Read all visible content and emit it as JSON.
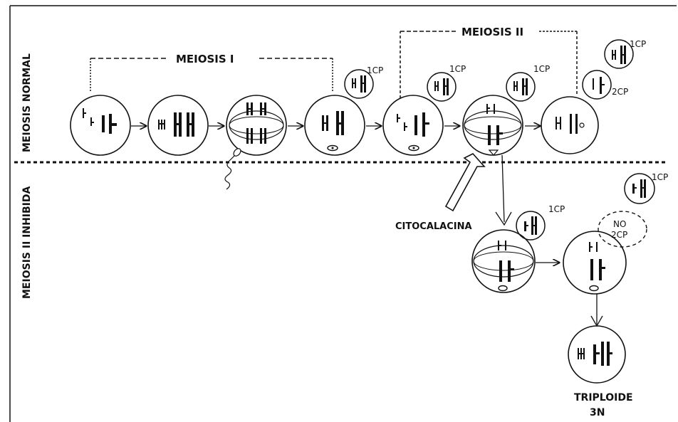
{
  "labels": {
    "meiosis_normal": "MEIOSIS NORMAL",
    "meiosis_inhibida": "MEIOSIS II INHIBIDA",
    "meiosis_i": "MEIOSIS I",
    "meiosis_ii": "MEIOSIS II",
    "citocalacina": "CITOCALACINA",
    "triploide": "TRIPLOIDE",
    "triploide_n": "3N",
    "polar_1cp": "1CP",
    "polar_2cp": "2CP",
    "no": "NO",
    "no_2cp": "2CP"
  }
}
